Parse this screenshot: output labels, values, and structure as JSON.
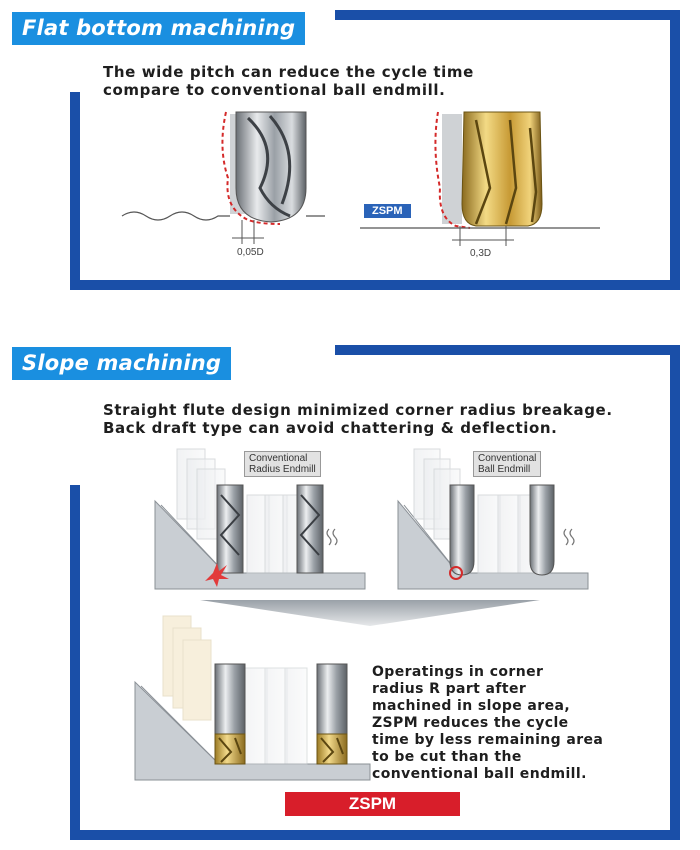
{
  "section_flat": {
    "title": "Flat bottom machining",
    "description": "The wide pitch can reduce the cycle time\ncompare to conventional ball endmill.",
    "dim_left": "0,05D",
    "dim_right": "0,3D",
    "zspm_label": "ZSPM"
  },
  "section_slope": {
    "title": "Slope machining",
    "description": "Straight flute design minimized corner radius breakage.\nBack draft type can avoid chattering & deflection.",
    "label_radius": "Conventional\nRadius Endmill",
    "label_ball": "Conventional\nBall Endmill",
    "operating_text": "Operatings in corner\nradius R part after\nmachined in slope area,\nZSPM reduces the  cycle\ntime by less remaining area\nto be cut than the\nconventional ball endmill.",
    "zspm_label": "ZSPM"
  },
  "colors": {
    "frame_blue": "#1a4fa8",
    "badge_blue": "#1a8fe0",
    "zspm_red": "#d81e2a",
    "zspm_blue": "#2a63b8"
  }
}
